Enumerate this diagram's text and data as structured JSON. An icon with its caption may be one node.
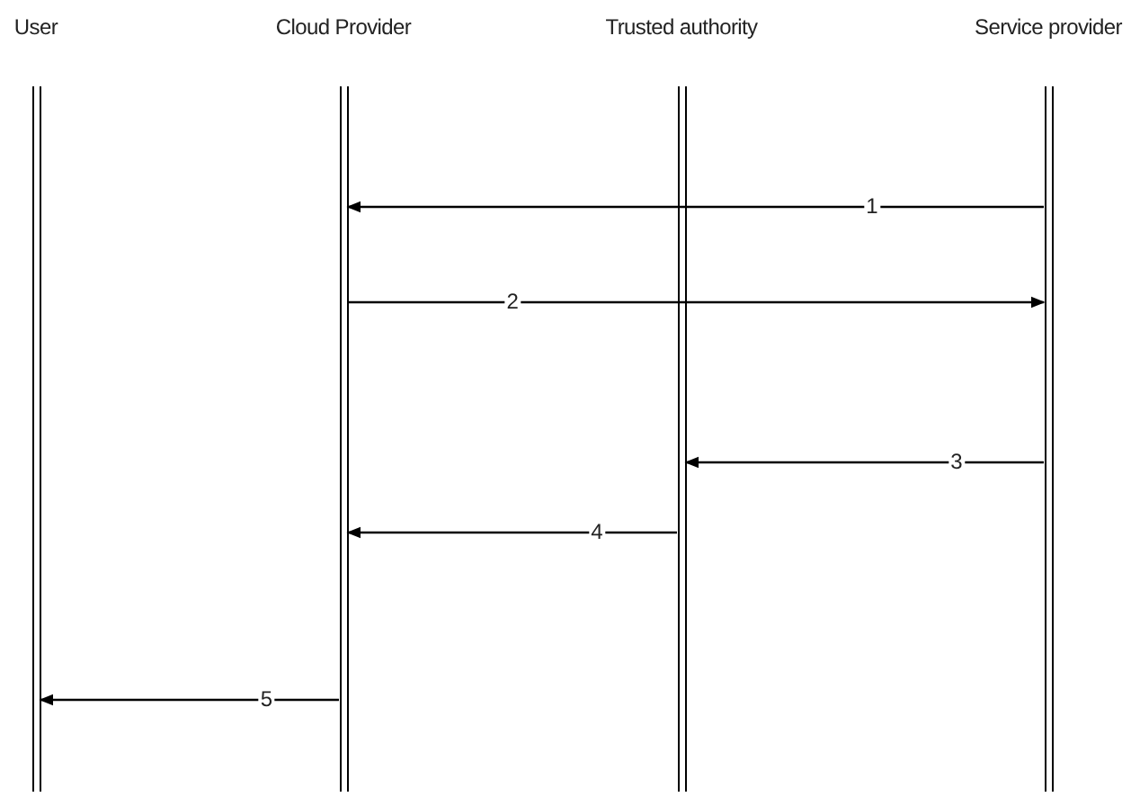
{
  "diagram": {
    "nodes": [
      {
        "text": [
          "User"
        ]
      },
      {
        "text": [
          "Cloud Provider"
        ]
      },
      {
        "text": [
          "Trusted authority"
        ]
      },
      {
        "text": [
          "Service provider"
        ]
      }
    ],
    "edges": [
      {
        "from": 3,
        "to": 1,
        "arrow": "to",
        "label": "1"
      },
      {
        "from": 1,
        "to": 3,
        "arrow": "to",
        "label": "2"
      },
      {
        "from": 3,
        "to": 2,
        "arrow": "to",
        "label": "3"
      },
      {
        "from": 2,
        "to": 1,
        "arrow": "to",
        "label": "4"
      },
      {
        "from": 1,
        "to": 0,
        "arrow": "to",
        "label": "5"
      }
    ]
  }
}
